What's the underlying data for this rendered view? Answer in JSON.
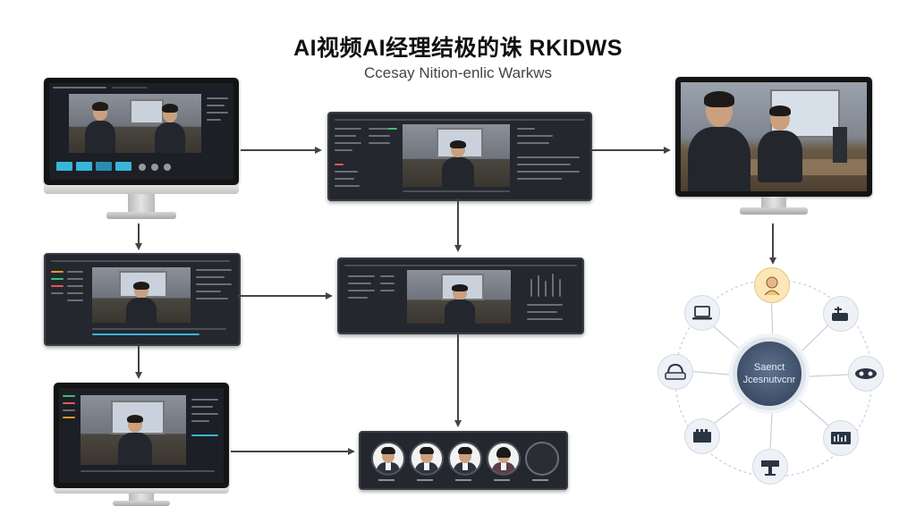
{
  "title": "AI视频AI经理结极的诛 RKlDWS",
  "subtitle": "Ccesay Nition-enlic Warkws",
  "hub": {
    "center_line1": "Saenct",
    "center_line2": "Jcesnutvcnr"
  },
  "colors": {
    "panel_bg": "#24272d",
    "hub_center": "#3d4d66",
    "arrow": "#444444",
    "accent_cyan": "#39b5d9",
    "accent_green": "#3fbf6b",
    "accent_orange": "#e8962e"
  },
  "icons": {
    "hub_nodes": [
      "person-portrait-icon",
      "camera-icon",
      "headset-icon",
      "mask-icon",
      "equalizer-icon",
      "display-stand-icon",
      "cassette-icon",
      "laptop-icon"
    ]
  }
}
